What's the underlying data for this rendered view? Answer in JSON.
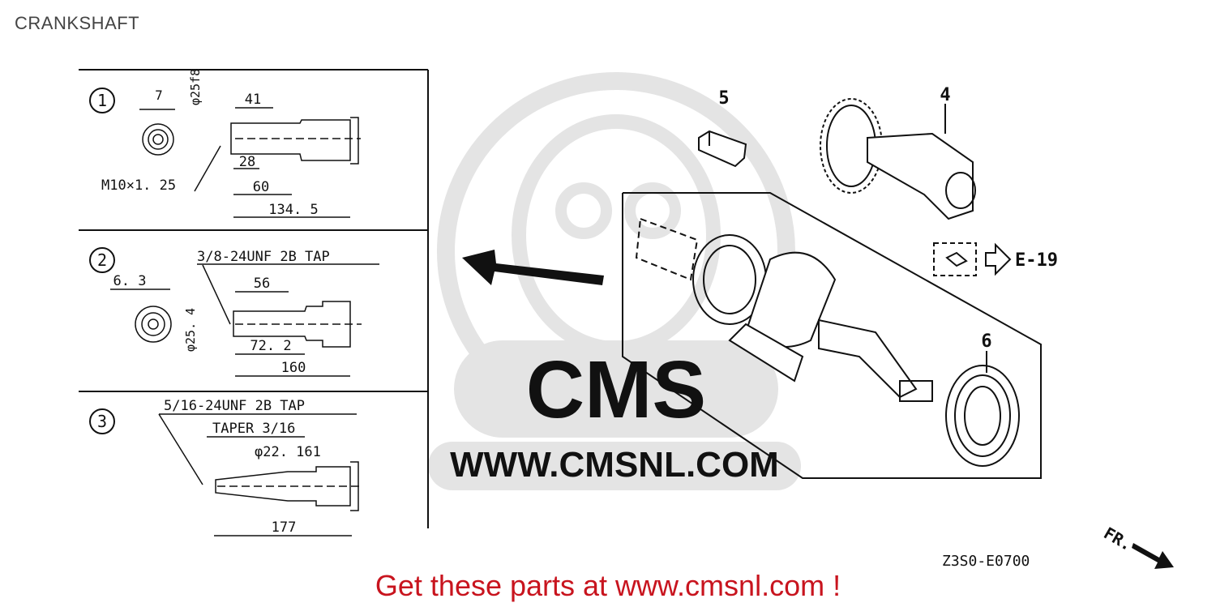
{
  "page": {
    "title": "CRANKSHAFT"
  },
  "watermark": {
    "brand": "CMS",
    "url": "WWW.CMSNL.COM"
  },
  "variants": [
    {
      "number": "1",
      "dims": {
        "d1": "7",
        "d2": "41",
        "dia": "φ25f8",
        "d3": "28",
        "d4": "60",
        "d5": "134. 5",
        "thread": "M10×1. 25"
      }
    },
    {
      "number": "2",
      "dims": {
        "tap": "3/8-24UNF 2B TAP",
        "d1": "6. 3",
        "d2": "56",
        "dia": "φ25. 4",
        "d3": "72. 2",
        "d4": "160"
      }
    },
    {
      "number": "3",
      "dims": {
        "tap": "5/16-24UNF 2B TAP",
        "taper": "TAPER 3/16",
        "dia": "φ22. 161",
        "d4": "177"
      }
    }
  ],
  "callouts": {
    "p4": "4",
    "p5": "5",
    "p6": "6",
    "ref": "E-19"
  },
  "footer": {
    "code": "Z3S0-E0700",
    "front": "FR.",
    "promo": "Get these parts at www.cmsnl.com !"
  },
  "colors": {
    "promo": "#c8141e",
    "watermark": "#e2e2e2",
    "line": "#111111"
  }
}
